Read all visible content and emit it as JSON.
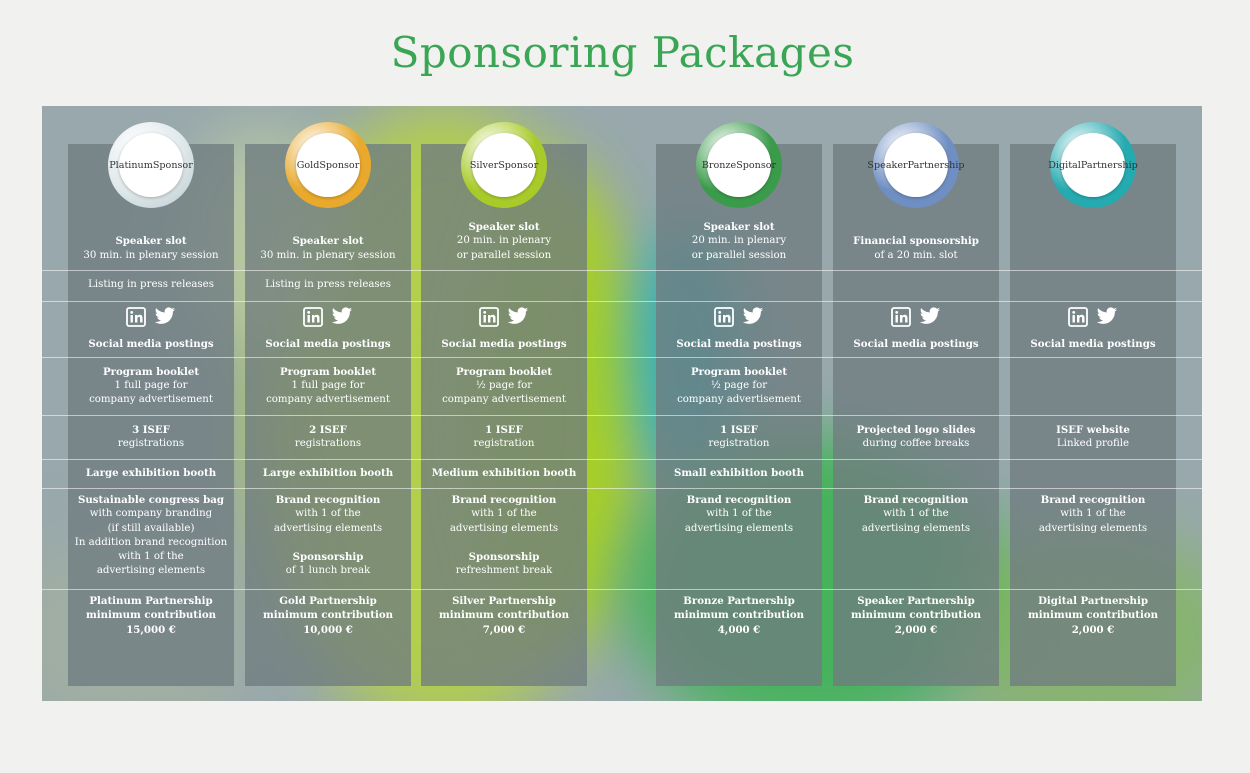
{
  "title": "Sponsoring Packages",
  "icons": {
    "linkedin": "linkedin-icon",
    "twitter": "twitter-icon"
  },
  "colors": {
    "title": "#3aa655",
    "platinum": "#c9d6da",
    "gold": "#e8a92c",
    "silver": "#a8cb2a",
    "bronze": "#3a9b4b",
    "speaker": "#6f8fc3",
    "digital": "#25aab0"
  },
  "packages": [
    {
      "id": "platinum",
      "badge": [
        "Platinum",
        "Sponsor"
      ],
      "speaker": [
        "Speaker slot",
        "30 min. in plenary session"
      ],
      "press": "Listing in press releases",
      "social": "Social media postings",
      "booklet": [
        "Program booklet",
        "1 full page for",
        "company advertisement"
      ],
      "registrations": [
        "3 ISEF",
        "registrations"
      ],
      "booth": "Large exhibition booth",
      "branding": [
        "Sustainable congress bag",
        "with company branding",
        "(if still available)",
        "In addition brand recognition",
        "with 1 of the",
        "advertising elements"
      ],
      "extra": [],
      "contribution": [
        "Platinum Partnership",
        "minimum contribution",
        "15,000 €"
      ]
    },
    {
      "id": "gold",
      "badge": [
        "Gold",
        "Sponsor"
      ],
      "speaker": [
        "Speaker slot",
        "30 min. in plenary session"
      ],
      "press": "Listing in press releases",
      "social": "Social media postings",
      "booklet": [
        "Program booklet",
        "1 full page for",
        "company advertisement"
      ],
      "registrations": [
        "2 ISEF",
        "registrations"
      ],
      "booth": "Large exhibition booth",
      "branding": [
        "Brand recognition",
        "with 1 of the",
        "advertising elements"
      ],
      "extra": [
        "Sponsorship",
        "of 1 lunch break"
      ],
      "contribution": [
        "Gold Partnership",
        "minimum contribution",
        "10,000 €"
      ]
    },
    {
      "id": "silver",
      "badge": [
        "Silver",
        "Sponsor"
      ],
      "speaker": [
        "Speaker slot",
        "20 min. in plenary",
        "or parallel session"
      ],
      "press": "",
      "social": "Social media postings",
      "booklet": [
        "Program booklet",
        "½ page for",
        "company advertisement"
      ],
      "registrations": [
        "1 ISEF",
        "registration"
      ],
      "booth": "Medium exhibition booth",
      "branding": [
        "Brand recognition",
        "with 1 of the",
        "advertising elements"
      ],
      "extra": [
        "Sponsorship",
        "refreshment break"
      ],
      "contribution": [
        "Silver Partnership",
        "minimum contribution",
        "7,000 €"
      ]
    },
    {
      "id": "bronze",
      "badge": [
        "Bronze",
        "Sponsor"
      ],
      "speaker": [
        "Speaker slot",
        "20 min. in plenary",
        "or parallel session"
      ],
      "press": "",
      "social": "Social media postings",
      "booklet": [
        "Program booklet",
        "½ page for",
        "company advertisement"
      ],
      "registrations": [
        "1 ISEF",
        "registration"
      ],
      "booth": "Small exhibition booth",
      "branding": [
        "Brand recognition",
        "with 1 of the",
        "advertising elements"
      ],
      "extra": [],
      "contribution": [
        "Bronze Partnership",
        "minimum contribution",
        "4,000 €"
      ]
    },
    {
      "id": "speaker",
      "badge": [
        "Speaker",
        "Partnership"
      ],
      "speaker": [
        "Financial sponsorship",
        "of a 20 min. slot"
      ],
      "press": "",
      "social": "Social media postings",
      "booklet": [],
      "registrations": [
        "Projected logo slides",
        "during coffee breaks"
      ],
      "booth": "",
      "branding": [
        "Brand recognition",
        "with 1 of the",
        "advertising elements"
      ],
      "extra": [],
      "contribution": [
        "Speaker Partnership",
        "minimum contribution",
        "2,000 €"
      ]
    },
    {
      "id": "digital",
      "badge": [
        "Digital",
        "Partnership"
      ],
      "speaker": [],
      "press": "",
      "social": "Social media postings",
      "booklet": [],
      "registrations": [
        "ISEF website",
        "Linked profile"
      ],
      "booth": "",
      "branding": [
        "Brand recognition",
        "with 1 of the",
        "advertising elements"
      ],
      "extra": [],
      "contribution": [
        "Digital Partnership",
        "minimum contribution",
        "2,000 €"
      ]
    }
  ]
}
